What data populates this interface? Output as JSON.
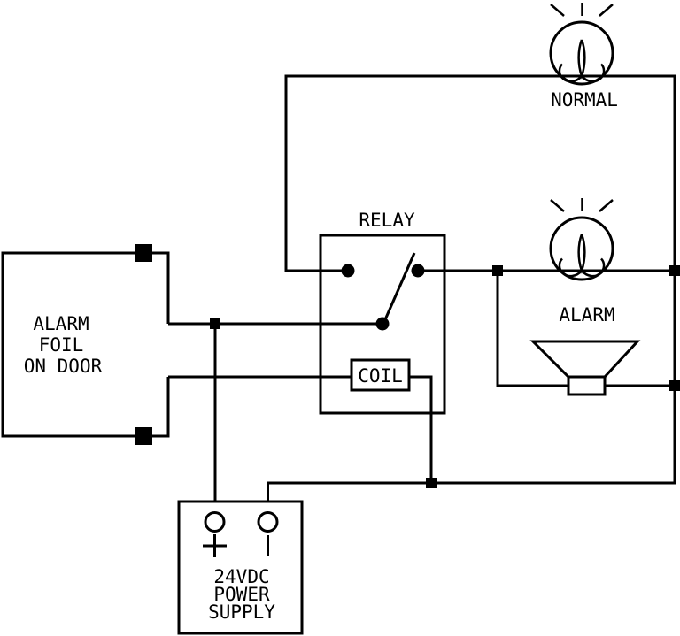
{
  "diagram": {
    "colors": {
      "line": "#000000",
      "background": "#ffffff"
    },
    "relay": {
      "label": "RELAY",
      "coil_label": "COIL"
    },
    "normal_lamp": {
      "label": "NORMAL"
    },
    "alarm_lamp": {
      "label": "ALARM"
    },
    "alarm_foil": {
      "line1": "ALARM",
      "line2": "FOIL",
      "line3": "ON DOOR"
    },
    "power_supply": {
      "line1": "24VDC",
      "line2": "POWER",
      "line3": "SUPPLY",
      "positive": "+",
      "negative": "|"
    }
  }
}
